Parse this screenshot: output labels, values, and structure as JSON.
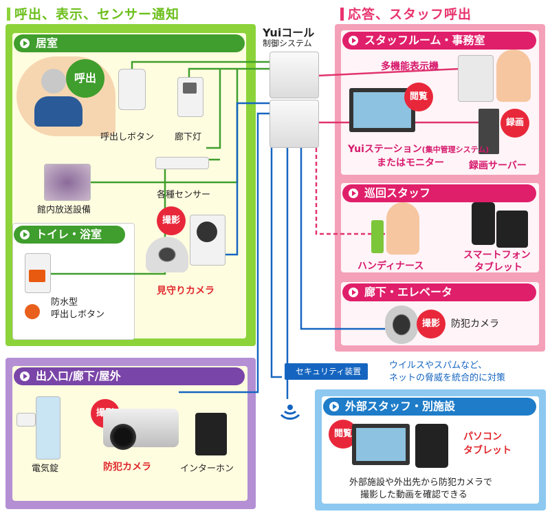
{
  "left_heading": "呼出、表示、センサー通知",
  "right_heading": "応答、スタッフ呼出",
  "brand": {
    "logo": "Yuiコール",
    "subtitle": "制御システム"
  },
  "sections": {
    "room": "居室",
    "toilet": "トイレ・浴室",
    "entrance": "出入口/廊下/屋外",
    "staff_room": "スタッフルーム・事務室",
    "patrol": "巡回スタッフ",
    "corridor": "廊下・エレベータ",
    "external": "外部スタッフ・別施設"
  },
  "labels": {
    "call_bubble": "呼出",
    "call_button": "呼出しボタン",
    "corridor_light": "廊下灯",
    "pa_system": "館内放送設備",
    "sensors": "各種センサー",
    "shoot": "撮影",
    "watch_camera": "見守りカメラ",
    "waterproof_1": "防水型",
    "waterproof_2": "呼出しボタン",
    "electric_lock": "電気錠",
    "security_camera": "防犯カメラ",
    "intercom": "インターホン",
    "multi_display": "多機能表示機",
    "view": "閲覧",
    "record": "録画",
    "station_1": "Yuiステーション",
    "station_small": "(集中管理システム)",
    "station_2": "またはモニター",
    "record_server": "録画サーバー",
    "handy_nurse": "ハンディナース",
    "smartphone_1": "スマートフォン",
    "smartphone_2": "タブレット",
    "corridor_camera": "防犯カメラ",
    "security_device": "セキュリティ装置",
    "security_note_1": "ウイルスやスパムなど、",
    "security_note_2": "ネットの脅威を統合的に対策",
    "pc_1": "パソコン",
    "pc_2": "タブレット",
    "external_note_1": "外部施設や外出先から防犯カメラで",
    "external_note_2": "撮影した動画を確認できる"
  },
  "colors": {
    "green": "#8cd33a",
    "pink": "#e8336e",
    "purple": "#9a6cc2",
    "blue": "#2f8ad8",
    "line_blue": "#1565c0"
  }
}
